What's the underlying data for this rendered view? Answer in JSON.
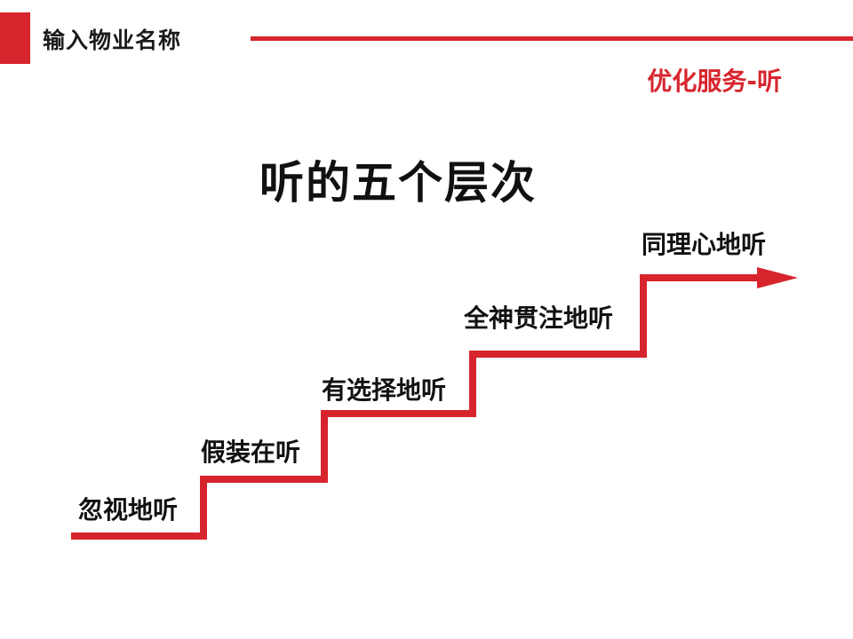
{
  "header": {
    "title": "输入物业名称"
  },
  "section_tag": "优化服务-听",
  "main_title": "听的五个层次",
  "levels": [
    {
      "label": "忽视地听"
    },
    {
      "label": "假装在听"
    },
    {
      "label": "有选择地听"
    },
    {
      "label": "全神贯注地听"
    },
    {
      "label": "同理心地听"
    }
  ],
  "colors": {
    "accent": "#d7252d",
    "text": "#111111"
  }
}
